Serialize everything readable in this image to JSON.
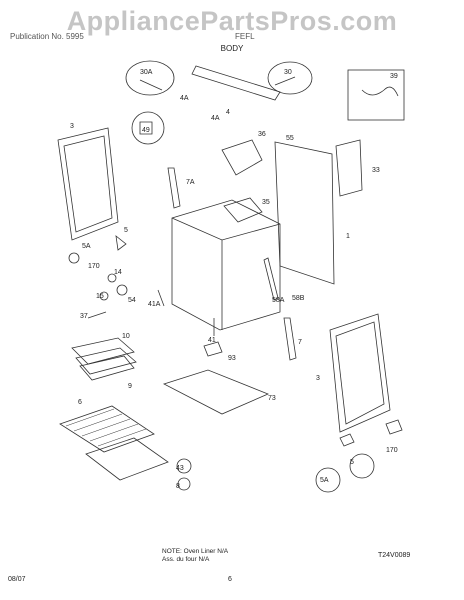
{
  "watermark": "AppliancePartsPros.com",
  "header": {
    "left_text": "Publication No. 5995",
    "right_text": "FEFL"
  },
  "section_title": "BODY",
  "callouts": [
    "30A",
    "4A",
    "4",
    "30",
    "39",
    "3",
    "49",
    "4A",
    "36",
    "55",
    "7A",
    "35",
    "33",
    "1",
    "5",
    "5A",
    "170",
    "14",
    "15",
    "54",
    "37",
    "41A",
    "41",
    "58A",
    "58B",
    "7",
    "10",
    "93",
    "3",
    "9",
    "6",
    "73",
    "43",
    "8",
    "5",
    "5A",
    "170"
  ],
  "note": {
    "line1": "NOTE: Oven Liner N/A",
    "line2": "Ass. du four N/A"
  },
  "figure_code": "T24V0089",
  "footer": {
    "date": "08/07",
    "page_number": "6"
  }
}
